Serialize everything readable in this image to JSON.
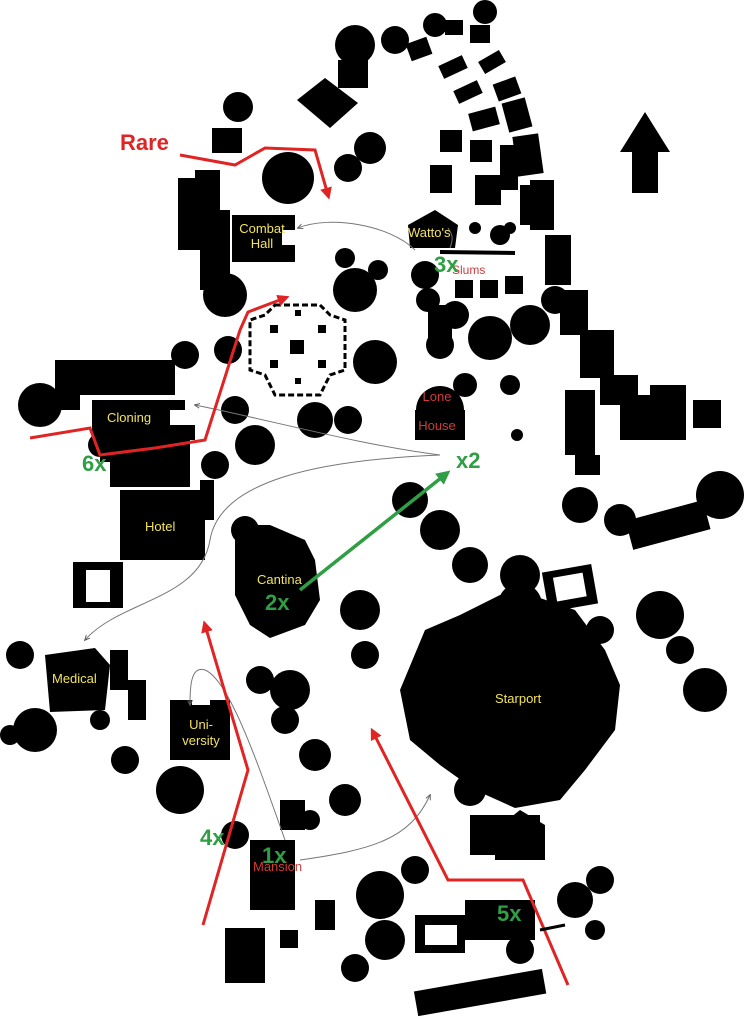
{
  "map": {
    "buildings": {
      "combat_hall_l1": "Combat",
      "combat_hall_l2": "Hall",
      "wattos": "Watto's",
      "slums": "Slums",
      "lone_house_l1": "Lone",
      "lone_house_l2": "House",
      "cloning": "Cloning",
      "hotel": "Hotel",
      "cantina": "Cantina",
      "medical": "Medical",
      "university_l1": "Uni-",
      "university_l2": "versity",
      "starport": "Starport",
      "mansion": "Mansion"
    },
    "route_markers": {
      "m1": "1x",
      "m2": "2x",
      "m3": "3x",
      "m4": "4x",
      "m5": "5x",
      "m6": "6x",
      "x2": "x2"
    },
    "annotation": "Rare",
    "north_icon": "north-arrow-icon",
    "colors": {
      "buildings": "#000000",
      "yellow_label": "#f2e35c",
      "red_label": "#d23b3b",
      "red_route": "#e02424",
      "green_route": "#2f9e44",
      "thin_path": "#777777"
    }
  }
}
